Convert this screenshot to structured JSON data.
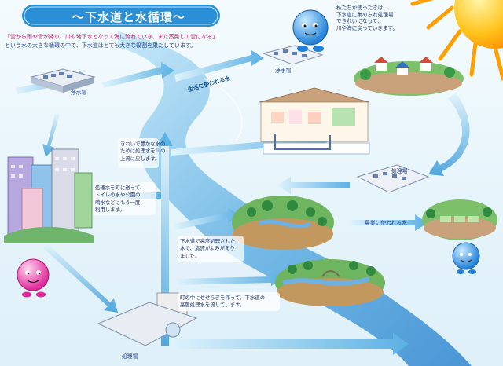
{
  "title": "〜下水道と水循環〜",
  "intro": {
    "line1": "「雲から雨や雪が降り、川や地下水となって海に流れていき、また蒸発して雲になる」",
    "line2": "という水の大きな循環の中で、下水道はとても大きな役割を果たしています。"
  },
  "speech_top_right": [
    "私たちが使ったきは、",
    "下水道に集められ処理場",
    "できれいになって、",
    "川や海に戻っていきます。"
  ],
  "labels": {
    "purification_plant_left": "浄水場",
    "purification_plant_center": "浄水場",
    "treatment_plant_right": "処理場",
    "treatment_plant_bottom": "処理場",
    "life_water": "生活に使われる水",
    "agri_water": "農業に使われる水"
  },
  "notes": {
    "river_return": [
      "きれいで豊かな水の",
      "ために処理水を川の",
      "上流に戻します。"
    ],
    "reuse_city": [
      "処理水を町に送って、",
      "トイレの水や公園の",
      "噴水などにもう一度",
      "利用します。"
    ],
    "advanced": [
      "下水道で高度処理された",
      "水で、清流がよみがえり",
      "ました。"
    ],
    "stream": [
      "町の中にせせらぎを作って、下水道の",
      "高度処理水を流しています。"
    ]
  },
  "colors": {
    "river": "#5aa9e0",
    "sky_blue": "#a7d9f3",
    "sun": "#ff9a00",
    "title_bg": "#2a8fd6"
  },
  "icons": [
    "sun-icon",
    "blue-droplet-mascot",
    "pink-droplet-mascot",
    "house-cutaway",
    "city-buildings",
    "treatment-plant"
  ]
}
